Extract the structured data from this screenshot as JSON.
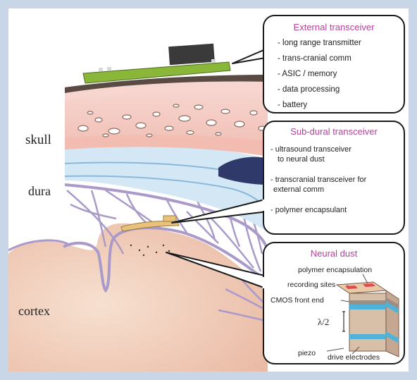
{
  "layers": {
    "skull": "skull",
    "dura": "dura",
    "cortex": "cortex"
  },
  "external": {
    "title": "External transceiver",
    "items": [
      "- long range transmitter",
      "- trans-cranial comm",
      "- ASIC / memory",
      "- data processing",
      "- battery"
    ]
  },
  "subdural": {
    "title": "Sub-dural transceiver",
    "item1_line1": "- ultrasound transceiver",
    "item1_line2": "to neural dust",
    "item2_line1": "- transcranial transceiver for",
    "item2_line2": "external comm",
    "item3": "- polymer encapsulant"
  },
  "dust": {
    "title": "Neural dust",
    "polymer": "polymer encapsulation",
    "recording": "recording sites",
    "cmos": "CMOS front end",
    "lambda": "λ/2",
    "piezo": "piezo",
    "electrodes": "drive electrodes"
  },
  "colors": {
    "callout_title": "#b0449a",
    "scalp_pink": "#f4c9c2",
    "bone": "#f2d3c8",
    "dura_blue": "#cfe4f2",
    "vessel_navy": "#2f3a6a",
    "cortex": "#efc5b0",
    "pcb_green": "#8ab73a"
  }
}
